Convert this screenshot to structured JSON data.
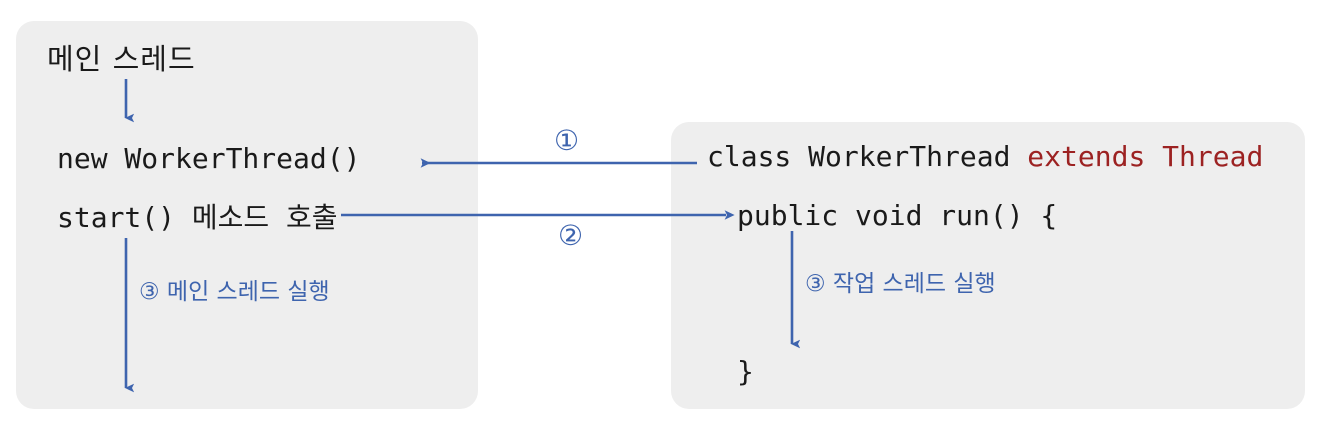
{
  "diagram": {
    "title": "Java Thread start() flow",
    "accent_blue": "#3E64AE",
    "keyword_red": "#9C2222",
    "panel_bg": "#EEEEEE",
    "text_color": "#1A1A1A"
  },
  "main_panel": {
    "heading": "메인 스레드",
    "code_new_worker": "new WorkerThread()",
    "code_start_call": "start() 메소드 호출",
    "note_execution": "③ 메인 스레드 실행"
  },
  "worker_panel": {
    "class_decl_plain": "class WorkerThread ",
    "class_decl_keyword": "extends Thread",
    "code_run_decl": "public void run() {",
    "code_close_brace": "}",
    "note_execution": "③ 작업 스레드 실행"
  },
  "connectors": {
    "step_one": "①",
    "step_two": "②",
    "step_one_direction": "right-to-left",
    "step_two_direction": "left-to-right"
  }
}
